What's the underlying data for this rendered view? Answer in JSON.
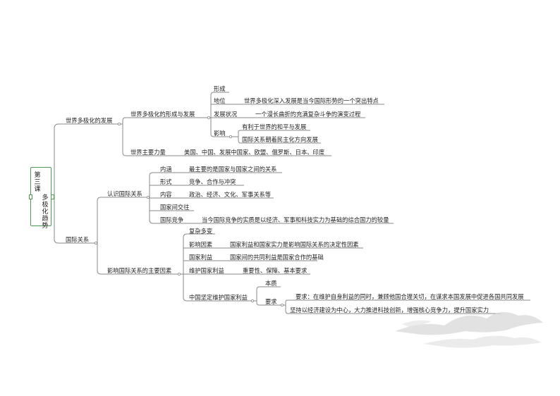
{
  "root": {
    "lesson": "第三课",
    "title": "多极化趋势"
  },
  "n": {
    "b1": "世界多极化的发展",
    "b1_1": "世界多极化的形成与发展",
    "form": "形成",
    "pos": "地位",
    "pos_d": "世界多极化深入发展是当今国际形势的一个突出特点",
    "dev": "发展状况",
    "dev_d": "一个漫长曲折的充满复杂斗争的演变过程",
    "eff": "影响",
    "eff1": "有利于世界的和平与发展",
    "eff2": "国际关系朝着民主化方向发展",
    "b1_2": "世界主要力量",
    "b1_2d": "美国、中国、发展中国家、欧盟、俄罗斯、日本、印度",
    "b2": "国际关系",
    "b2_1": "认识国际关系",
    "nh": "内涵",
    "nh_d": "最主要的是国家与国家之间的关系",
    "xs": "形式",
    "xs_d": "竞争、合作与冲突",
    "nr": "内容",
    "nr_d": "政治、经济、文化、军事关系等",
    "gjj": "国家间交往",
    "gjjz": "国际竞争",
    "gjjz_d": "当今国际竞争的实质是以经济、军事和科技实力为基础的综合国力的较量",
    "b2_2": "影响国际关系的主要因素",
    "fz": "复杂多变",
    "yx": "影响因素",
    "yx_d": "国家利益和国家实力是影响国际关系的决定性因素",
    "gl": "国家利益",
    "gl_d": "国家间的共同利益是国家合作的基础",
    "wh": "维护国家利益",
    "wh_d": "重要性、保障、基本要求",
    "zg": "中国坚定维护国家利益",
    "bz": "本质",
    "yq": "要求",
    "yq1": "要求：在维护自身利益的同时，兼顾他国合理关切，在谋求本国发展中促进各国共同发展",
    "yq2": "坚持以经济建设为中心，大力推进科技创新，增强核心竞争力，提升国家实力"
  },
  "colors": {
    "line": "#8a8a8a",
    "root_border": "#4a9b52",
    "watermark": "#d4d4d4"
  }
}
